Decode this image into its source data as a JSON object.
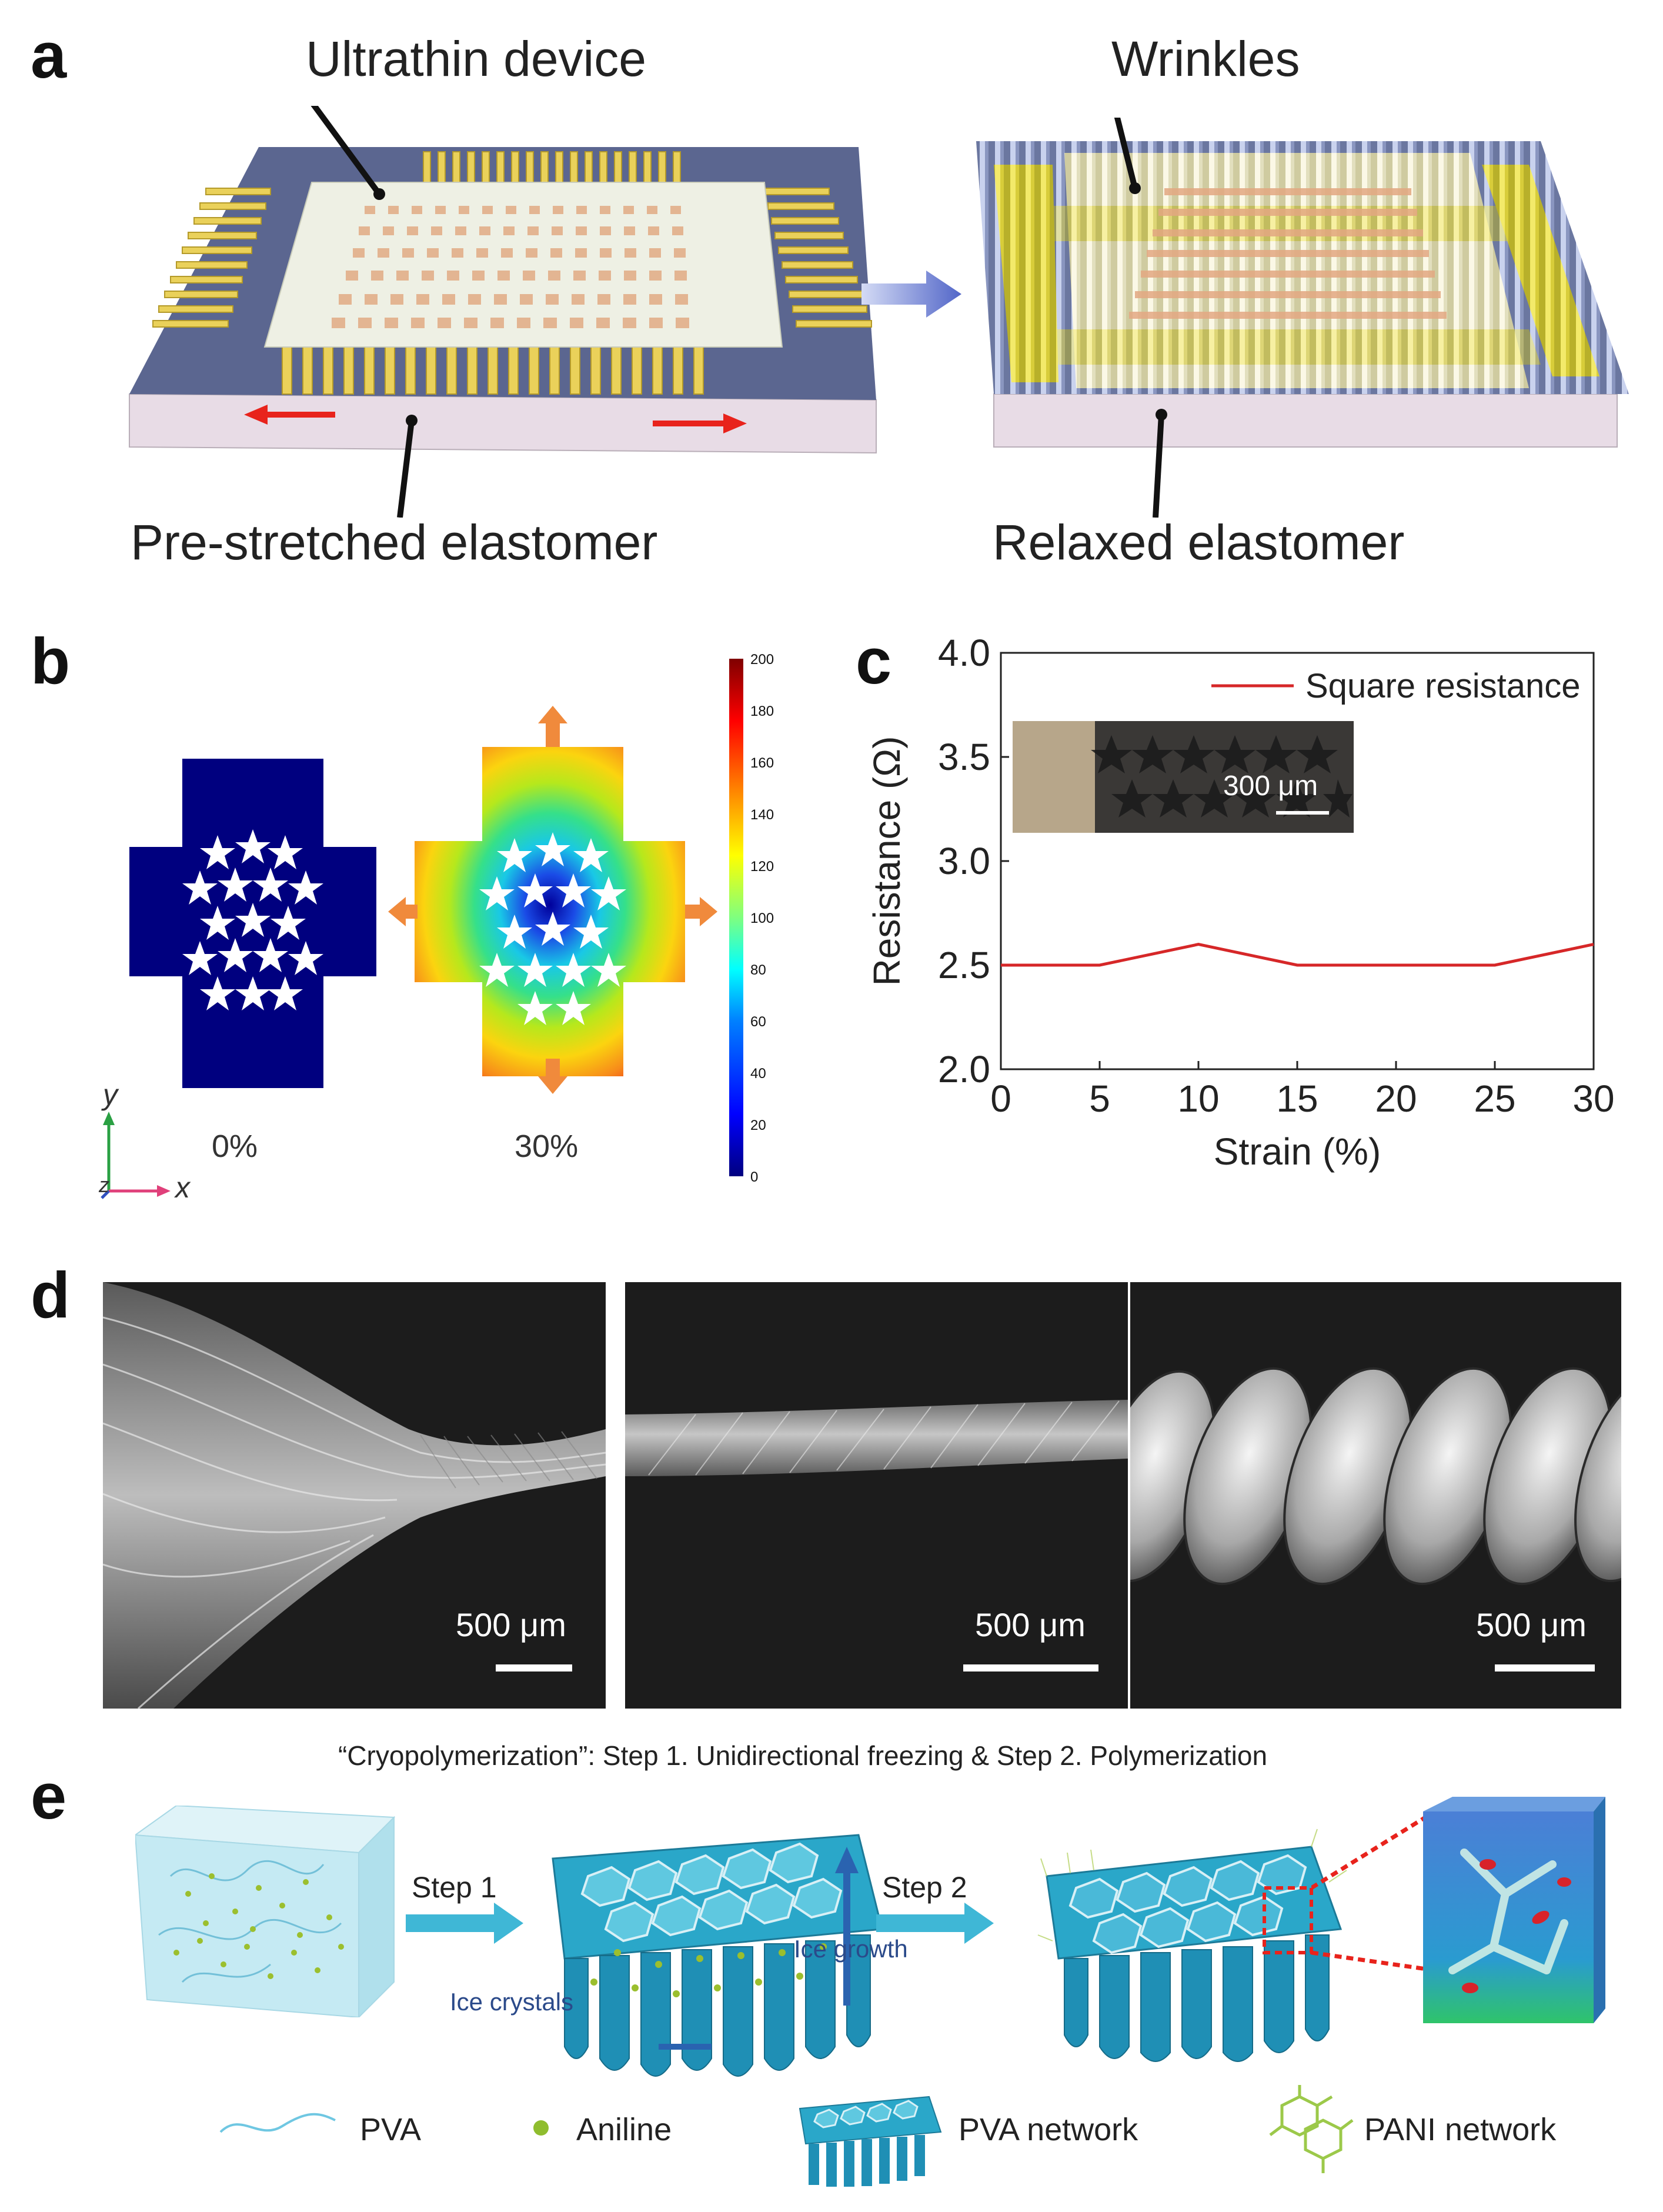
{
  "panels": {
    "a": {
      "letter": "a",
      "labels": {
        "ultrathin": "Ultrathin device",
        "wrinkles": "Wrinkles",
        "prestretched": "Pre-stretched elastomer",
        "relaxed": "Relaxed elastomer"
      }
    },
    "b": {
      "letter": "b",
      "strain_0": "0%",
      "strain_30": "30%",
      "axis_y": "y",
      "axis_x": "x",
      "axis_z": "z",
      "colorbar_ticks": [
        "200",
        "180",
        "160",
        "140",
        "120",
        "100",
        "80",
        "60",
        "40",
        "20",
        "0"
      ]
    },
    "c": {
      "letter": "c",
      "inset_scale": "300 μm"
    },
    "d": {
      "letter": "d",
      "scale_1": "500 μm",
      "scale_2": "500 μm",
      "scale_3": "500 μm"
    },
    "e": {
      "letter": "e",
      "title": "“Cryopolymerization”: Step 1. Unidirectional freezing & Step 2. Polymerization",
      "step1": "Step 1",
      "step2": "Step 2",
      "ice_growth": "Ice growth",
      "ice_crystals": "Ice crystals",
      "legend": {
        "pva": "PVA",
        "aniline": "Aniline",
        "pva_network": "PVA network",
        "pani_network": "PANI network"
      }
    }
  },
  "chart_data": {
    "type": "line",
    "title": "",
    "xlabel": "Strain (%)",
    "ylabel": "Resistance (Ω)",
    "xlim": [
      0,
      30
    ],
    "ylim": [
      2.0,
      4.0
    ],
    "x_ticks": [
      "0",
      "5",
      "10",
      "15",
      "20",
      "25",
      "30"
    ],
    "y_ticks": [
      "2.0",
      "2.5",
      "3.0",
      "3.5",
      "4.0"
    ],
    "legend_position": "top-right",
    "series": [
      {
        "name": "Square resistance",
        "color": "#d62728",
        "x": [
          0,
          5,
          10,
          15,
          20,
          25,
          30
        ],
        "y": [
          2.5,
          2.5,
          2.6,
          2.5,
          2.5,
          2.5,
          2.6
        ]
      }
    ]
  },
  "colors": {
    "substrate_top": "#5b6690",
    "substrate_side": "#e8dce6",
    "electrode": "#ead15a",
    "device": "#eef0e4",
    "pixel": "#e3b592",
    "arrow_red": "#e8231c",
    "arrow_blue": "#6a7fd0",
    "fem_blue": "#00007f",
    "ice_blue": "#2aa7c9"
  }
}
